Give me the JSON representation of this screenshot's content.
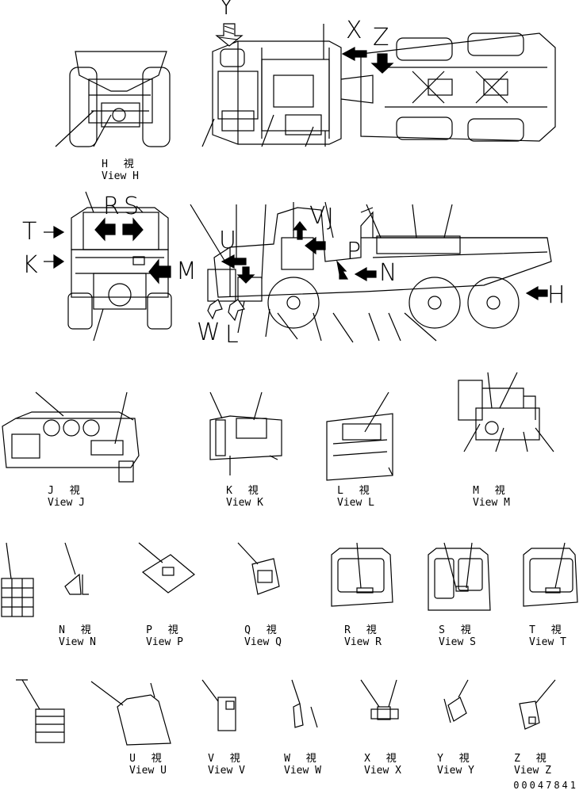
{
  "views": {
    "H": {
      "jp": "H 視",
      "en": "View H"
    },
    "J": {
      "jp": "J 視",
      "en": "View J"
    },
    "K": {
      "jp": "K 視",
      "en": "View K"
    },
    "L": {
      "jp": "L 視",
      "en": "View L"
    },
    "M": {
      "jp": "M 視",
      "en": "View M"
    },
    "N": {
      "jp": "N 視",
      "en": "View N"
    },
    "P": {
      "jp": "P 視",
      "en": "View P"
    },
    "Q": {
      "jp": "Q 視",
      "en": "View Q"
    },
    "R": {
      "jp": "R 視",
      "en": "View R"
    },
    "S": {
      "jp": "S 視",
      "en": "View S"
    },
    "T": {
      "jp": "T 視",
      "en": "View T"
    },
    "U": {
      "jp": "U 視",
      "en": "View U"
    },
    "V": {
      "jp": "V 視",
      "en": "View V"
    },
    "W": {
      "jp": "W 視",
      "en": "View W"
    },
    "X": {
      "jp": "X 視",
      "en": "View X"
    },
    "Y": {
      "jp": "Y 視",
      "en": "View Y"
    },
    "Z": {
      "jp": "Z 視",
      "en": "View Z"
    }
  },
  "arrow_letters": {
    "Y": "Y",
    "X": "X",
    "Z": "Z",
    "R": "R",
    "S": "S",
    "T": "T",
    "K": "K",
    "M": "M",
    "U": "U",
    "V": "V",
    "J": "J",
    "P": "P",
    "N": "N",
    "H": "H",
    "W": "W",
    "L": "L"
  },
  "document_number": "00047841"
}
